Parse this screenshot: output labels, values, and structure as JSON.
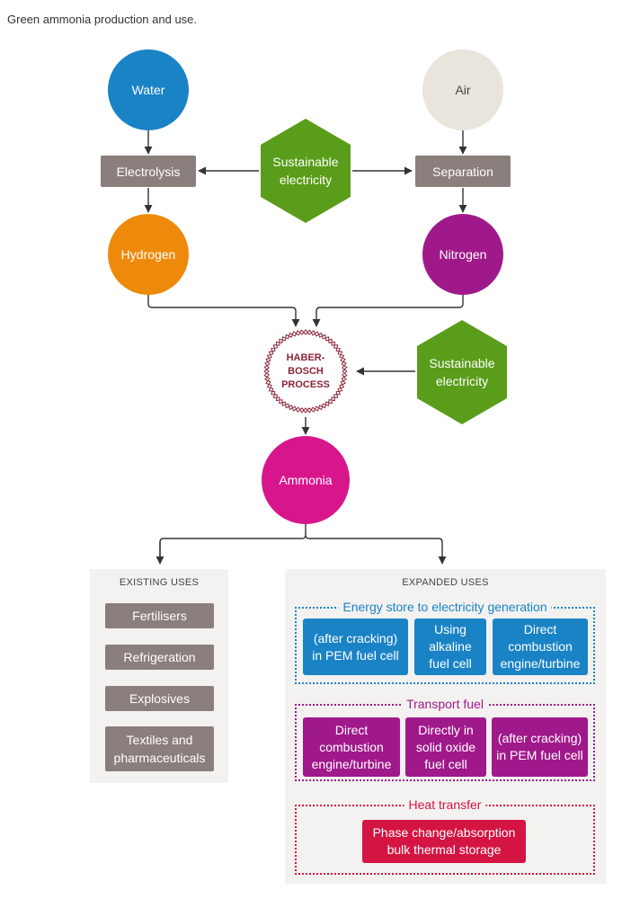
{
  "title": "Green ammonia production and use.",
  "inputs": {
    "water": "Water",
    "air": "Air",
    "electrolysis": "Electrolysis",
    "separation": "Separation",
    "hydrogen": "Hydrogen",
    "nitrogen": "Nitrogen",
    "sustainable_top": "Sustainable electricity",
    "sustainable_mid": "Sustainable electricity"
  },
  "process": {
    "haber_bosch": "HABER-BOSCH PROCESS",
    "ammonia": "Ammonia"
  },
  "existing_uses": {
    "heading": "EXISTING USES",
    "items": [
      "Fertilisers",
      "Refrigeration",
      "Explosives",
      "Textiles and pharmaceuticals"
    ]
  },
  "expanded_uses": {
    "heading": "EXPANDED USES",
    "energy_store": {
      "label": "Energy store to electricity generation",
      "items": [
        "(after cracking) in PEM fuel cell",
        "Using alkaline fuel cell",
        "Direct combustion engine/turbine"
      ]
    },
    "transport_fuel": {
      "label": "Transport fuel",
      "items": [
        "Direct combustion engine/turbine",
        "Directly in solid oxide fuel cell",
        "(after cracking) in PEM fuel cell"
      ]
    },
    "heat_transfer": {
      "label": "Heat transfer",
      "items": [
        "Phase change/absorption bulk thermal storage"
      ]
    }
  },
  "colors": {
    "water": "#1a83c6",
    "air": "#e9e4dc",
    "hydrogen": "#ee8a0b",
    "nitrogen": "#a0198b",
    "ammonia": "#d8168c",
    "hexagon": "#5a9d1a",
    "grey_box": "#8a7f7c",
    "haber_bosch": "#8a2436",
    "energy_store": "#1a83c6",
    "transport_fuel": "#a0198b",
    "heat_transfer": "#d41442",
    "panel": "#f3f2f0"
  }
}
